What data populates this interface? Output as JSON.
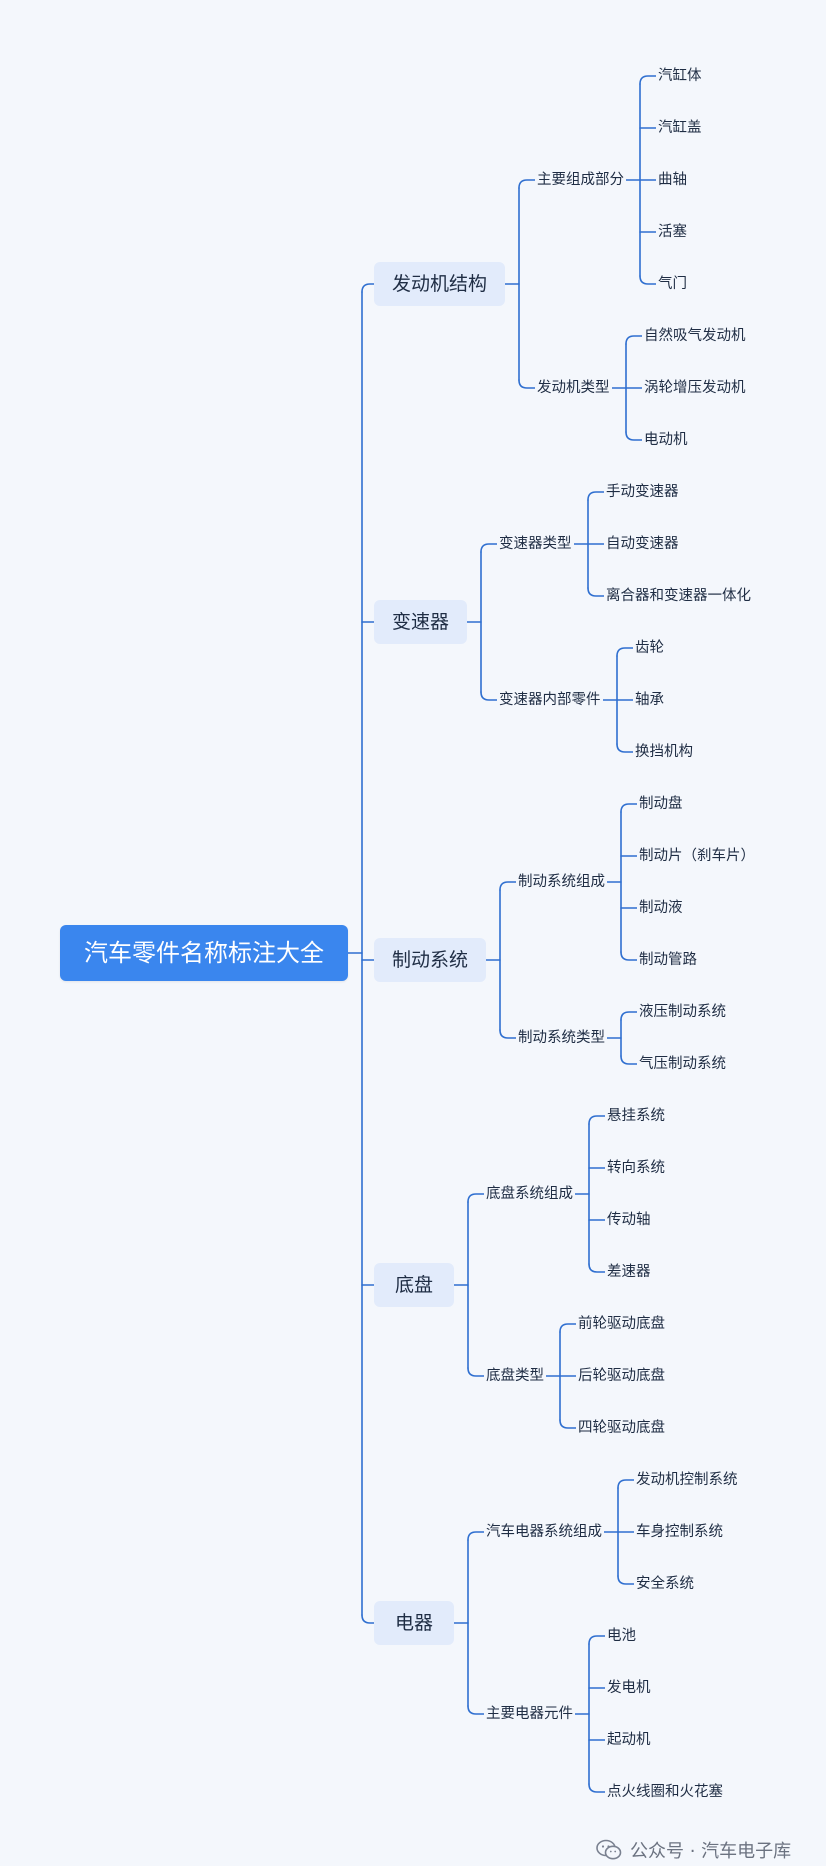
{
  "root": "汽车零件名称标注大全",
  "branches": [
    {
      "label": "发动机结构",
      "groups": [
        {
          "label": "主要组成部分",
          "items": [
            "汽缸体",
            "汽缸盖",
            "曲轴",
            "活塞",
            "气门"
          ]
        },
        {
          "label": "发动机类型",
          "items": [
            "自然吸气发动机",
            "涡轮增压发动机",
            "电动机"
          ]
        }
      ]
    },
    {
      "label": "变速器",
      "groups": [
        {
          "label": "变速器类型",
          "items": [
            "手动变速器",
            "自动变速器",
            "离合器和变速器一体化"
          ]
        },
        {
          "label": "变速器内部零件",
          "items": [
            "齿轮",
            "轴承",
            "换挡机构"
          ]
        }
      ]
    },
    {
      "label": "制动系统",
      "groups": [
        {
          "label": "制动系统组成",
          "items": [
            "制动盘",
            "制动片（刹车片）",
            "制动液",
            "制动管路"
          ]
        },
        {
          "label": "制动系统类型",
          "items": [
            "液压制动系统",
            "气压制动系统"
          ]
        }
      ]
    },
    {
      "label": "底盘",
      "groups": [
        {
          "label": "底盘系统组成",
          "items": [
            "悬挂系统",
            "转向系统",
            "传动轴",
            "差速器"
          ]
        },
        {
          "label": "底盘类型",
          "items": [
            "前轮驱动底盘",
            "后轮驱动底盘",
            "四轮驱动底盘"
          ]
        }
      ]
    },
    {
      "label": "电器",
      "groups": [
        {
          "label": "汽车电器系统组成",
          "items": [
            "发动机控制系统",
            "车身控制系统",
            "安全系统"
          ]
        },
        {
          "label": "主要电器元件",
          "items": [
            "电池",
            "发电机",
            "起动机",
            "点火线圈和火花塞"
          ]
        }
      ]
    }
  ],
  "watermark": "公众号 · 汽车电子库",
  "colors": {
    "root": "#3a86ee",
    "branch_bg": "#e2ebfb",
    "line": "#2f6fd0",
    "background": "#f4f7fc"
  }
}
